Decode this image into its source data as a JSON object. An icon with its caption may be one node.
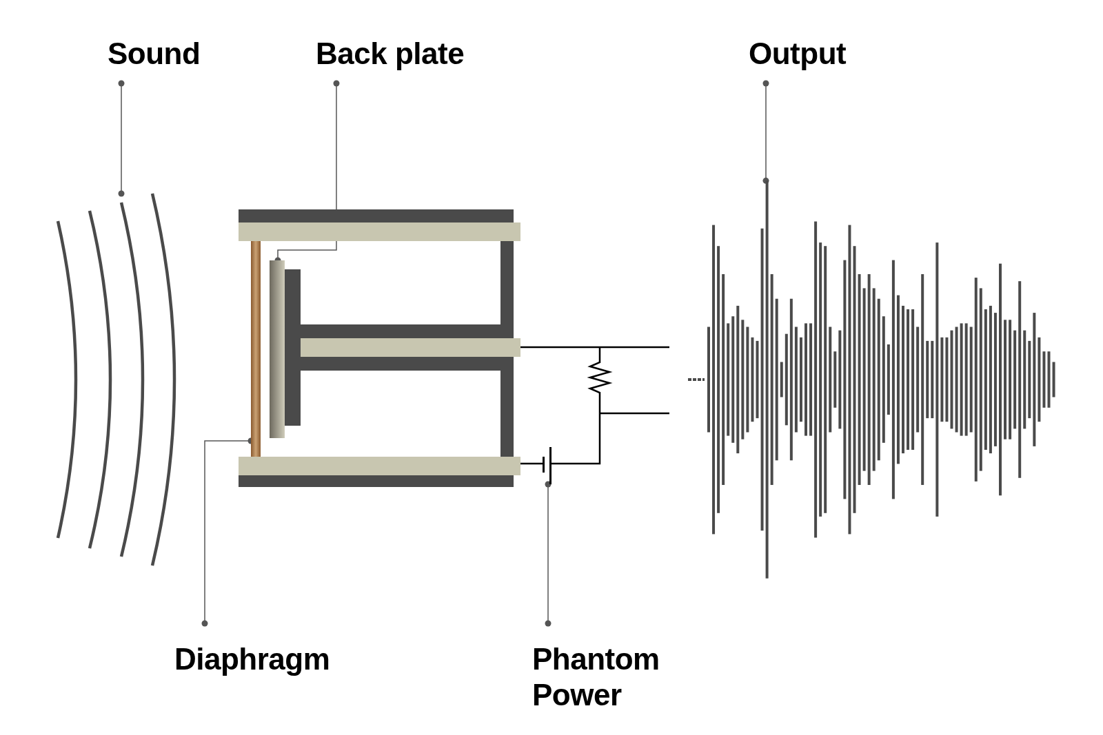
{
  "diagram": {
    "nodes": [
      {
        "text": [
          "Sound"
        ]
      },
      {
        "text": [
          "Back plate"
        ]
      },
      {
        "text": [
          "Output"
        ]
      },
      {
        "text": [],
        "shape": "picture"
      },
      {
        "text": [],
        "shape": "bar"
      },
      {
        "text": [],
        "shape": "bar"
      },
      {
        "text": [],
        "shape": "picture"
      },
      {
        "text": [],
        "shape": "picture"
      },
      {
        "text": [
          "Diaphragm"
        ]
      },
      {
        "text": [
          "Phantom Power"
        ]
      }
    ],
    "edges": [
      {
        "from": 0,
        "to": 3,
        "arrow": "other"
      },
      {
        "from": 1,
        "to": 5,
        "arrow": "other"
      },
      {
        "from": 2,
        "to": 6,
        "arrow": "other"
      },
      {
        "from": 8,
        "to": 4,
        "arrow": "other"
      },
      {
        "from": 9,
        "to": 7,
        "arrow": "other"
      }
    ]
  }
}
